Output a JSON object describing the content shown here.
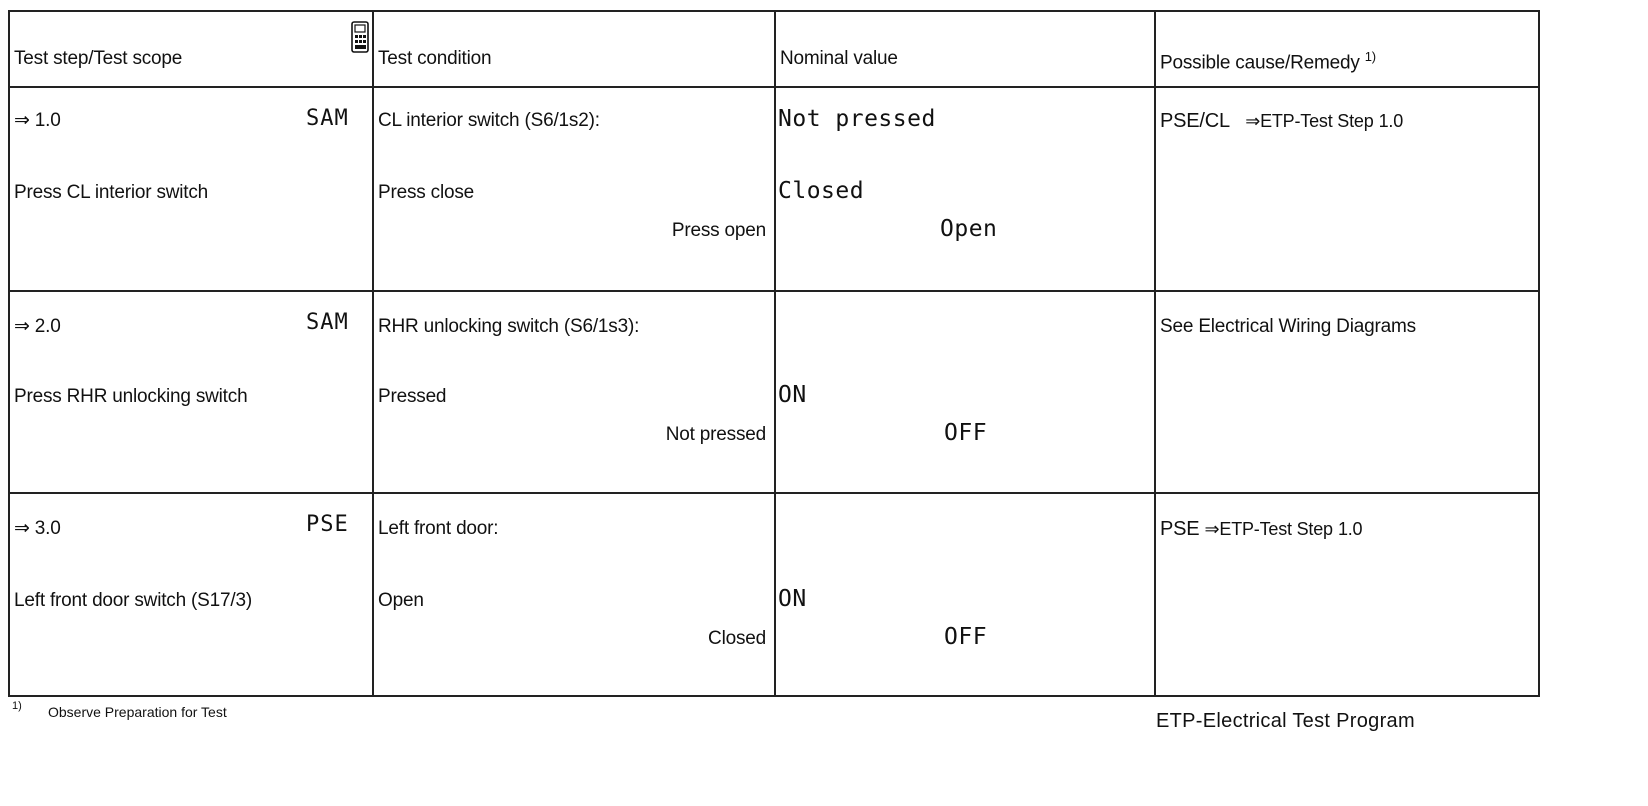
{
  "header": {
    "col1": "Test step/Test scope",
    "col2": "Test condition",
    "col3": "Nominal value",
    "col4": "Possible cause/Remedy",
    "col4_sup": "1)",
    "tester_icon": "diagnostic-tester-icon"
  },
  "rows": [
    {
      "step": "⇒ 1.0",
      "ecu": "SAM",
      "scope": "Press CL interior switch",
      "condition_title": "CL interior switch (S6/1s2):",
      "condition_1": "Press close",
      "condition_2": "Press open",
      "nominal_title": "Not pressed",
      "nominal_1": "Closed",
      "nominal_2": "Open",
      "remedy_prefix": "PSE/CL",
      "remedy": "⇒ETP-Test Step",
      "remedy_step": "1.0"
    },
    {
      "step": "⇒ 2.0",
      "ecu": "SAM",
      "scope": "Press RHR unlocking switch",
      "condition_title": "RHR unlocking switch (S6/1s3):",
      "condition_1": "Pressed",
      "condition_2": "Not pressed",
      "nominal_1": "ON",
      "nominal_2": "OFF",
      "remedy_prefix": "See",
      "remedy": "Electrical Wiring Diagrams"
    },
    {
      "step": "⇒ 3.0",
      "ecu": "PSE",
      "scope": "Left front door switch (S17/3)",
      "condition_title": "Left front door:",
      "condition_1": "Open",
      "condition_2": "Closed",
      "nominal_1": "ON",
      "nominal_2": "OFF",
      "remedy_prefix": "PSE",
      "remedy": "⇒ETP-Test Step",
      "remedy_step": "1.0"
    }
  ],
  "footer": {
    "note_mark": "1)",
    "note": "Observe Preparation for Test",
    "program": "ETP-Electrical Test Program"
  }
}
